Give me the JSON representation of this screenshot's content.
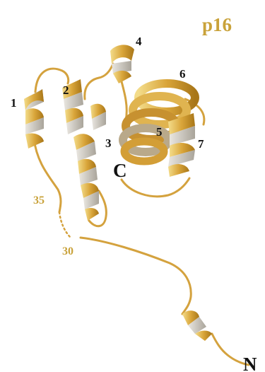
{
  "figure": {
    "title": "p16",
    "n_terminus": "N",
    "c_terminus": "C",
    "helix_labels": [
      "1",
      "2",
      "3",
      "4",
      "5",
      "6",
      "7"
    ],
    "residue_labels": [
      "35",
      "30"
    ]
  },
  "colors": {
    "ribbon_gold": "#d9a53a",
    "ribbon_light": "#f0d27a",
    "ribbon_dark": "#a87618",
    "ribbon_shadow": "#c9c3b8",
    "label_gold": "#c9a23a",
    "label_black": "#111111"
  }
}
